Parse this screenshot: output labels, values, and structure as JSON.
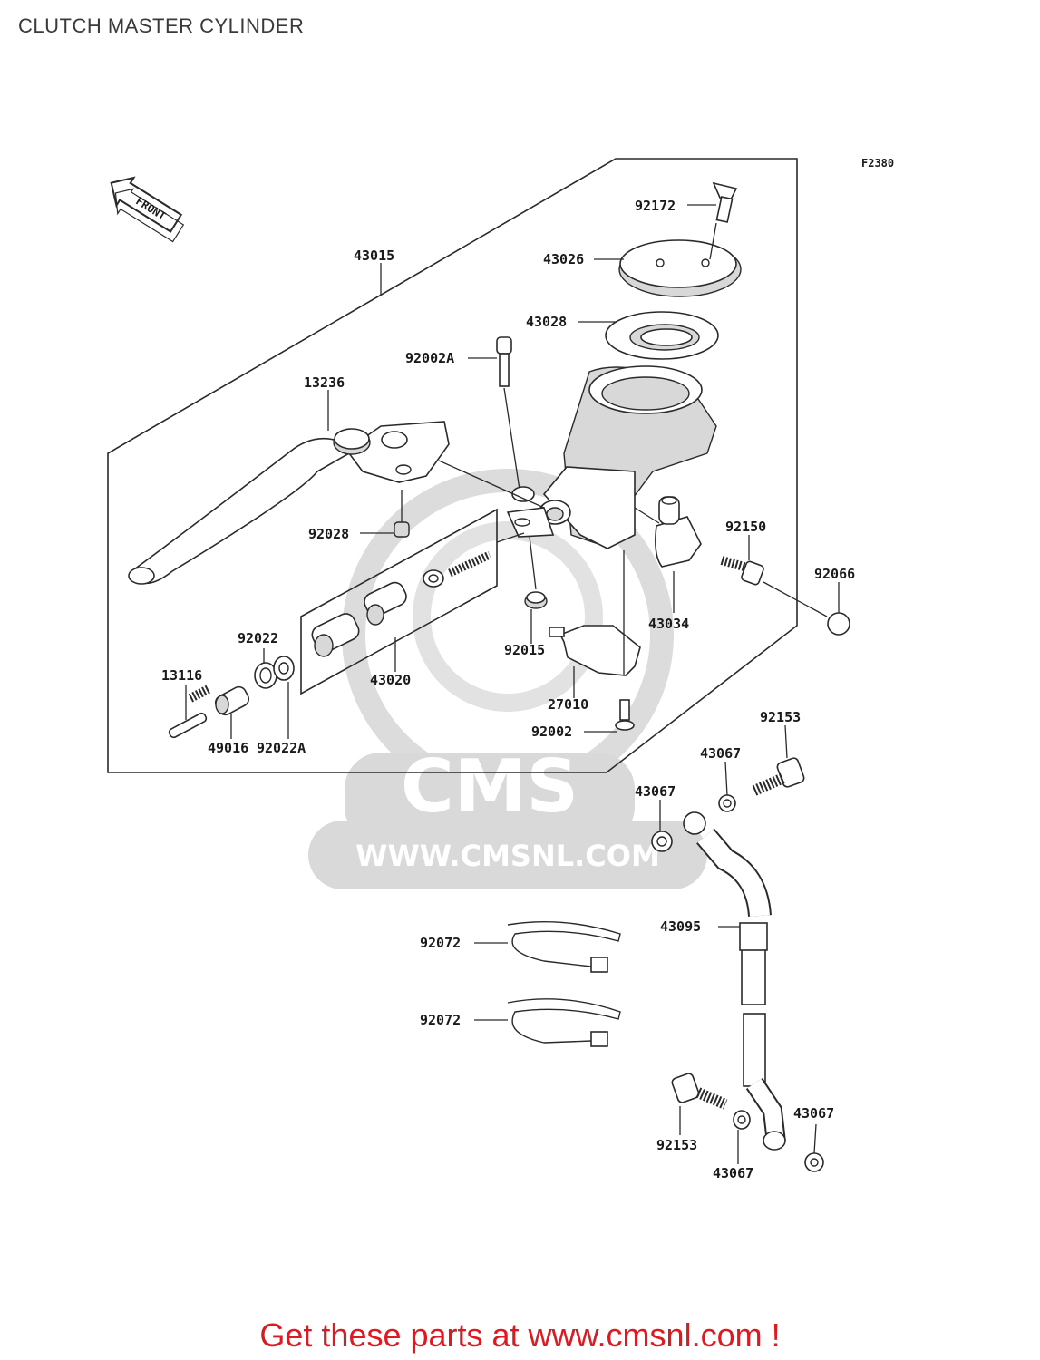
{
  "title": "CLUTCH MASTER CYLINDER",
  "figure_code": "F2380",
  "front_label": "FRONT",
  "watermark": {
    "logo": "CMS",
    "url": "WWW.CMSNL.COM"
  },
  "parts": [
    {
      "id": "92172"
    },
    {
      "id": "43026"
    },
    {
      "id": "43028"
    },
    {
      "id": "43015"
    },
    {
      "id": "92002A"
    },
    {
      "id": "13236"
    },
    {
      "id": "92028"
    },
    {
      "id": "92150"
    },
    {
      "id": "92066"
    },
    {
      "id": "43034"
    },
    {
      "id": "92022"
    },
    {
      "id": "13116"
    },
    {
      "id": "43020"
    },
    {
      "id": "92015"
    },
    {
      "id": "27010"
    },
    {
      "id": "92002"
    },
    {
      "id": "92022A"
    },
    {
      "id": "49016"
    },
    {
      "id": "92153"
    },
    {
      "id": "43067"
    },
    {
      "id": "43067"
    },
    {
      "id": "92072"
    },
    {
      "id": "43095"
    },
    {
      "id": "92072"
    },
    {
      "id": "92153"
    },
    {
      "id": "43067"
    },
    {
      "id": "43067"
    }
  ],
  "call_to_action": "Get these parts at www.cmsnl.com !"
}
